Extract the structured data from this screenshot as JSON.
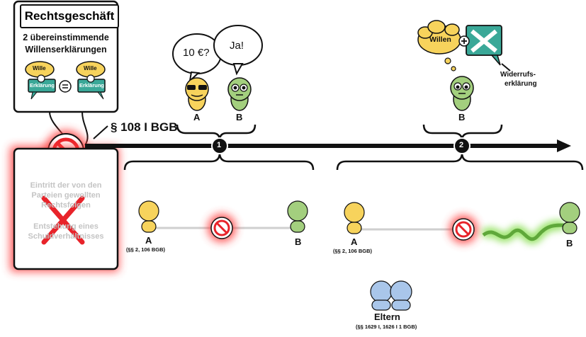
{
  "contract": {
    "title": "Rechtsgeschäft",
    "subtitle_line1": "2 übereinstimmende",
    "subtitle_line2": "Willenserklärungen",
    "wille": "Wille",
    "erklaerung": "Erklärung"
  },
  "law_ref": "§ 108 I BGB",
  "speech": {
    "a": "10 €?",
    "b": "Ja!"
  },
  "revocation": {
    "bubble_text": "Willen",
    "label_line1": "Widerrufs-",
    "label_line2": "erklärung"
  },
  "effect": {
    "line1": "Eintritt der von den",
    "line2": "Parteien gewollten",
    "line3": "Rechtsfolgen",
    "line4": "Entstehung eines",
    "line5": "Schuldverhältnisses"
  },
  "timeline": {
    "marker1": "1",
    "marker2": "2"
  },
  "parties": {
    "a": "A",
    "b": "B",
    "a_ref": "(§§ 2, 106 BGB)",
    "parents": "Eltern",
    "parents_ref": "(§§ 1629 I, 1626 I 1 BGB)"
  },
  "colors": {
    "yellow": "#f7d35c",
    "green": "#a3cf7e",
    "blue": "#a9c6ea",
    "teal": "#3aa898",
    "red": "#e8232a",
    "glow_red": "#ff3b3b",
    "glow_green": "#8fe05a"
  }
}
